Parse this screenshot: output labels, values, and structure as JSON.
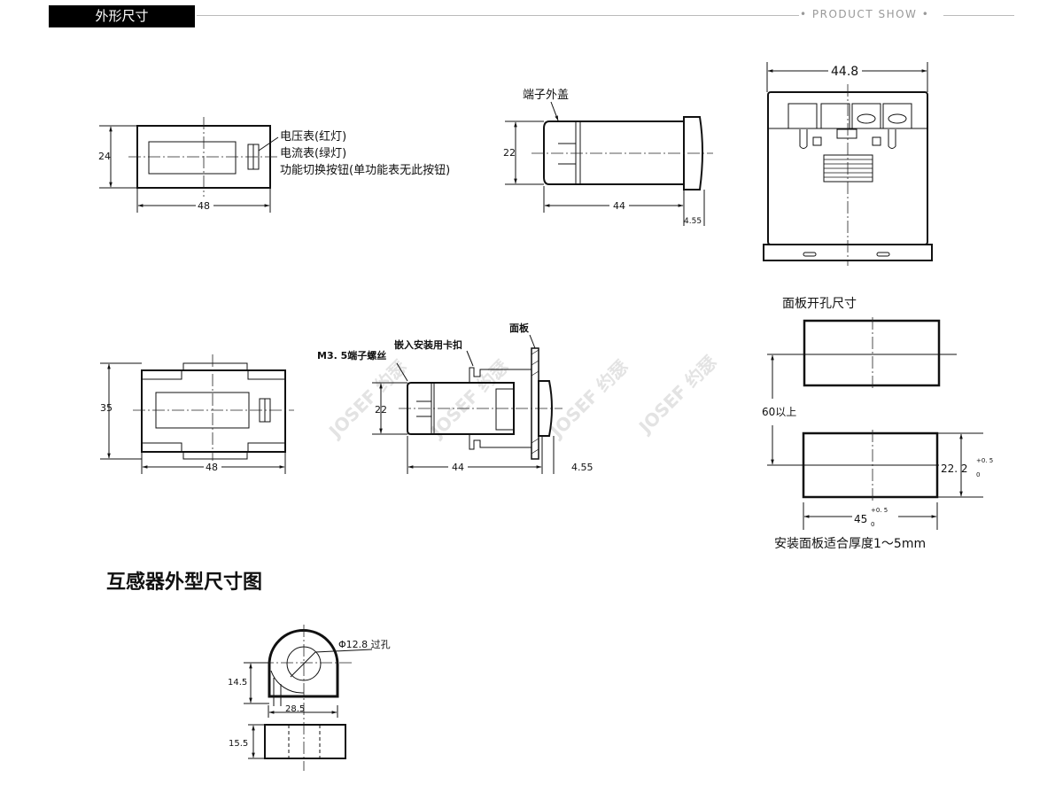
{
  "header": {
    "section_title": "外形尺寸",
    "right_label": "• PRODUCT SHOW •"
  },
  "drawing1": {
    "height_dim": "24",
    "width_dim": "48",
    "labels": [
      "电压表(红灯)",
      "电流表(绿灯)",
      "功能切换按钮(单功能表无此按钮)"
    ]
  },
  "drawing2": {
    "cover_label": "端子外盖",
    "height_dim": "22",
    "length_dim": "44",
    "front_dim": "4.55"
  },
  "drawing3": {
    "width_dim": "44.8"
  },
  "drawing4": {
    "height_dim": "35",
    "width_dim": "48"
  },
  "drawing5": {
    "screw_label": "M3. 5端子螺丝",
    "clip_label": "嵌入安装用卡扣",
    "panel_label": "面板",
    "height_dim": "22",
    "length_dim": "44",
    "front_dim": "4.55"
  },
  "panel_cutout": {
    "title": "面板开孔尺寸",
    "spacing_dim": "60以上",
    "height_dim": "22. 2",
    "height_tol_upper": "+0. 5",
    "height_tol_lower": "0",
    "width_dim": "45",
    "width_tol_upper": "+0. 5",
    "width_tol_lower": "0",
    "note": "安装面板适合厚度1～5mm"
  },
  "transformer": {
    "heading": "互感器外型尺寸图",
    "hole_label": "Φ12.8 过孔",
    "height_dim": "14.5",
    "width_dim": "28.5",
    "depth_dim": "15.5"
  },
  "watermark": "JOSEF 约瑟"
}
